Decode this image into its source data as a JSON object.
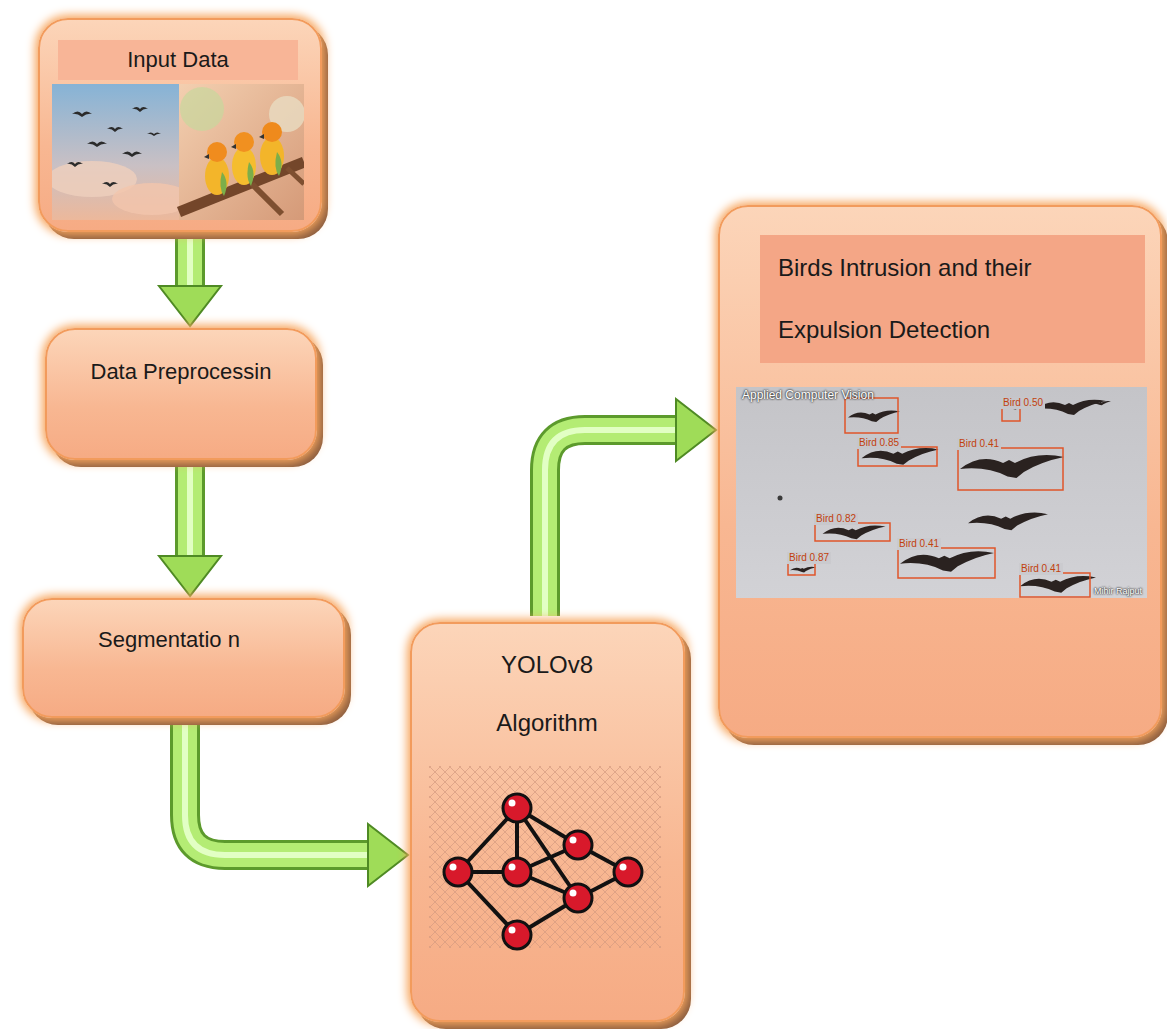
{
  "diagram": {
    "nodes": [
      {
        "text": [
          "Input Data"
        ]
      },
      {
        "text": [
          "Data Preprocessin"
        ]
      },
      {
        "text": [
          "Segmentatio n"
        ]
      },
      {
        "text": [
          "YOLOv8 Algorithm"
        ]
      },
      {
        "text": [
          "Birds Intrusion and their Expulsion Detection"
        ]
      }
    ],
    "edges": [
      {
        "from": 0,
        "to": 1,
        "arrow": "to"
      },
      {
        "from": 1,
        "to": 2,
        "arrow": "to"
      },
      {
        "from": 2,
        "to": 3,
        "arrow": "to"
      },
      {
        "from": 3,
        "to": 4,
        "arrow": "to"
      }
    ],
    "labels": [
      "Applied Computer Vision",
      "Bird 0.50",
      "Bird 0.85",
      "Bird 0.41",
      "Bird 0.82",
      "Bird 0.41",
      "Bird 0.87",
      "Bird 0.41",
      "Mihir Rajput"
    ]
  }
}
